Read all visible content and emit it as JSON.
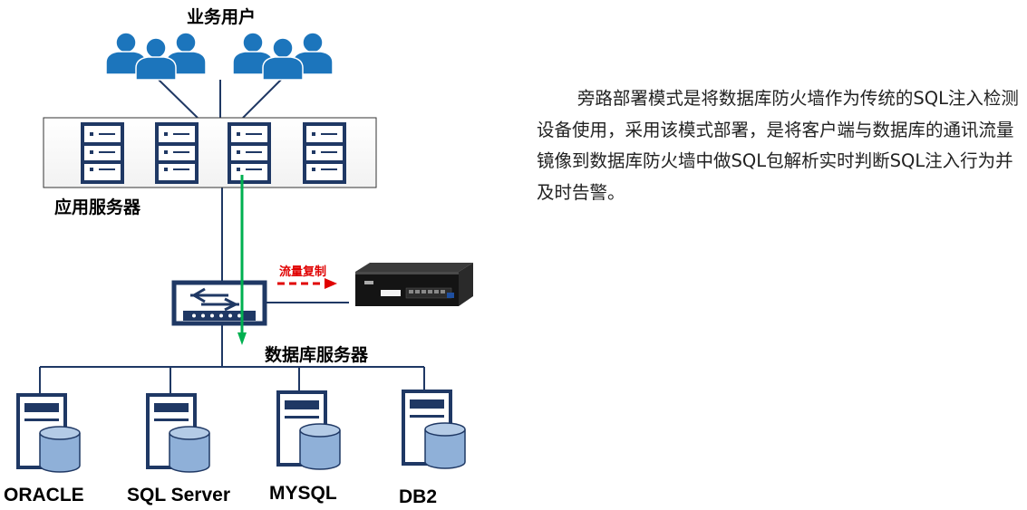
{
  "diagram": {
    "users_label": "业务用户",
    "app_servers_label": "应用服务器",
    "mirror_label": "流量复制",
    "db_servers_label": "数据库服务器",
    "databases": [
      "ORACLE",
      "SQL Server",
      "MYSQL",
      "DB2"
    ],
    "colors": {
      "user_blue": "#1c75bc",
      "server_navy": "#1f3864",
      "db_blue": "#8fb0d8",
      "mirror_arrow": "#e00000",
      "traffic_arrow": "#00b050"
    }
  },
  "description": "旁路部署模式是将数据库防火墙作为传统的SQL注入检测设备使用，采用该模式部署，是将客户端与数据库的通讯流量镜像到数据库防火墙中做SQL包解析实时判断SQL注入行为并及时告警。"
}
